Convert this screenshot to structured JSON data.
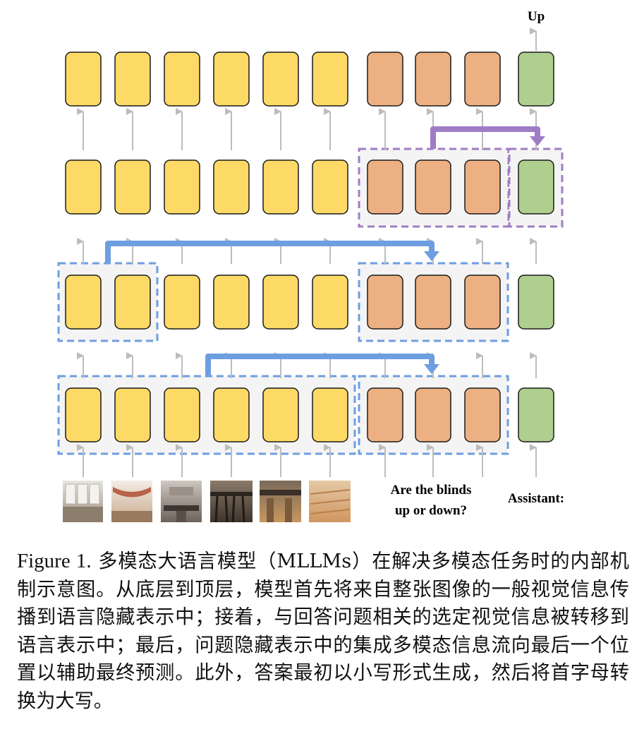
{
  "labels": {
    "output": "Up",
    "question_line1": "Are the blinds",
    "question_line2": "up or down?",
    "assistant": "Assistant:"
  },
  "caption": {
    "figure_label": "Figure 1.",
    "text": "多模态大语言模型（MLLMs）在解决多模态任务时的内部机制示意图。从底层到顶层，模型首先将来自整张图像的一般视觉信息传播到语言隐藏表示中；接着，与回答问题相关的选定视觉信息被转移到语言表示中；最后，问题隐藏表示中的集成多模态信息流向最后一个位置以辅助最终预测。此外，答案最初以小写形式生成，然后将首字母转换为大写。"
  },
  "image_patches": [
    "kitchen-patch-1-icon",
    "kitchen-patch-2-icon",
    "kitchen-patch-3-icon",
    "kitchen-patch-4-icon",
    "kitchen-patch-5-icon",
    "kitchen-patch-6-icon"
  ],
  "token_types": [
    "image",
    "image",
    "image",
    "image",
    "image",
    "image",
    "question",
    "question",
    "question",
    "assistant"
  ],
  "colors": {
    "image": "#FDD966",
    "question": "#EDB083",
    "assistant": "#AECF8E",
    "blue_flow": "#6D9EE0",
    "purple_flow": "#A07CC5",
    "arrow": "#BDBDBD"
  }
}
